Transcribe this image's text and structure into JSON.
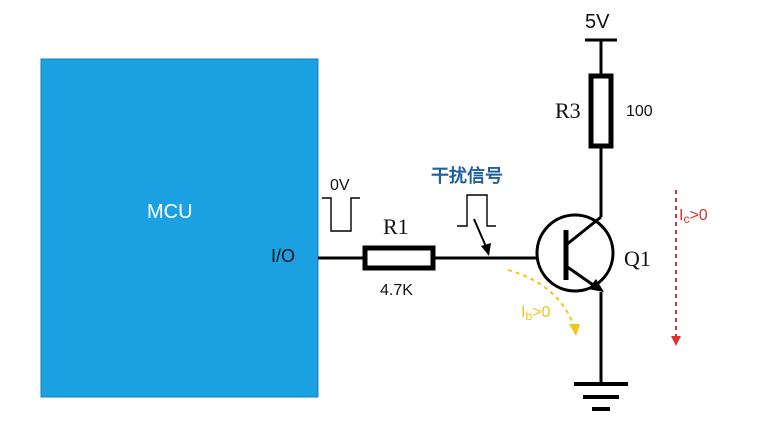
{
  "mcu": {
    "label": "MCU",
    "pin_label": "I/O",
    "fill": "#1BA1E2"
  },
  "signals": {
    "low_pulse_label": "0V",
    "noise_label": "干扰信号",
    "noise_color": "#1F5FA0"
  },
  "r1": {
    "name": "R1",
    "value": "4.7K"
  },
  "r3": {
    "name": "R3",
    "value": "100"
  },
  "supply": {
    "label": "5V"
  },
  "transistor": {
    "name": "Q1"
  },
  "currents": {
    "ib": {
      "prefix": "I",
      "sub": "b",
      "suffix": ">0",
      "color": "#F0C419"
    },
    "ic": {
      "prefix": "I",
      "sub": "c",
      "suffix": ">0",
      "color": "#E03030"
    }
  }
}
